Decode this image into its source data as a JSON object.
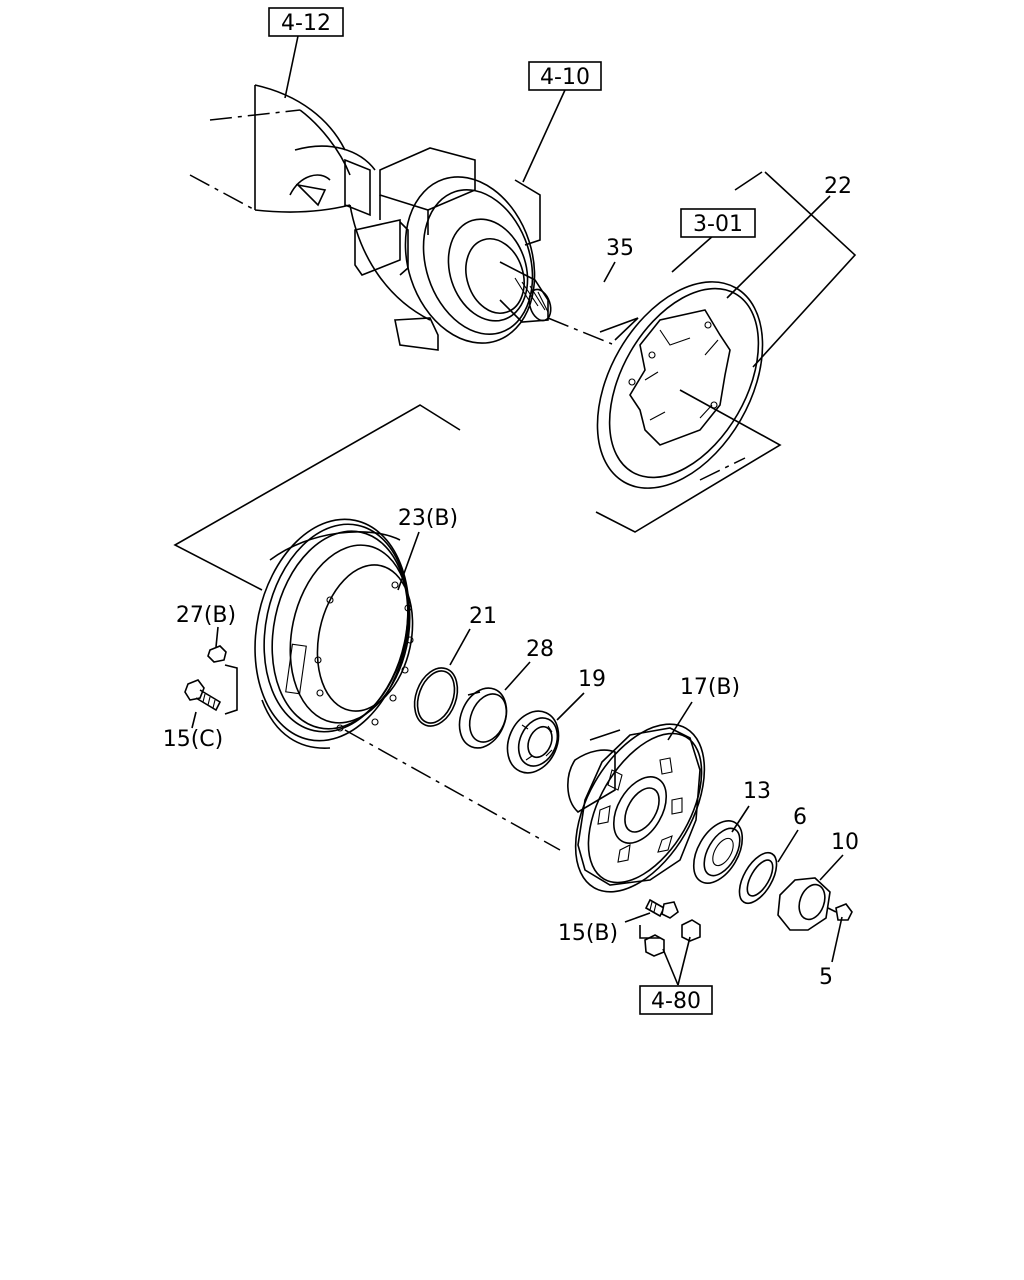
{
  "refs": {
    "r412": "4-12",
    "r410": "4-10",
    "r301": "3-01",
    "r480": "4-80"
  },
  "labels": {
    "p22": "22",
    "p35": "35",
    "p23": "23(B)",
    "p27": "27(B)",
    "p15c": "15(C)",
    "p21": "21",
    "p28": "28",
    "p19": "19",
    "p17": "17(B)",
    "p13": "13",
    "p6": "6",
    "p10": "10",
    "p15b": "15(B)",
    "p5": "5"
  }
}
